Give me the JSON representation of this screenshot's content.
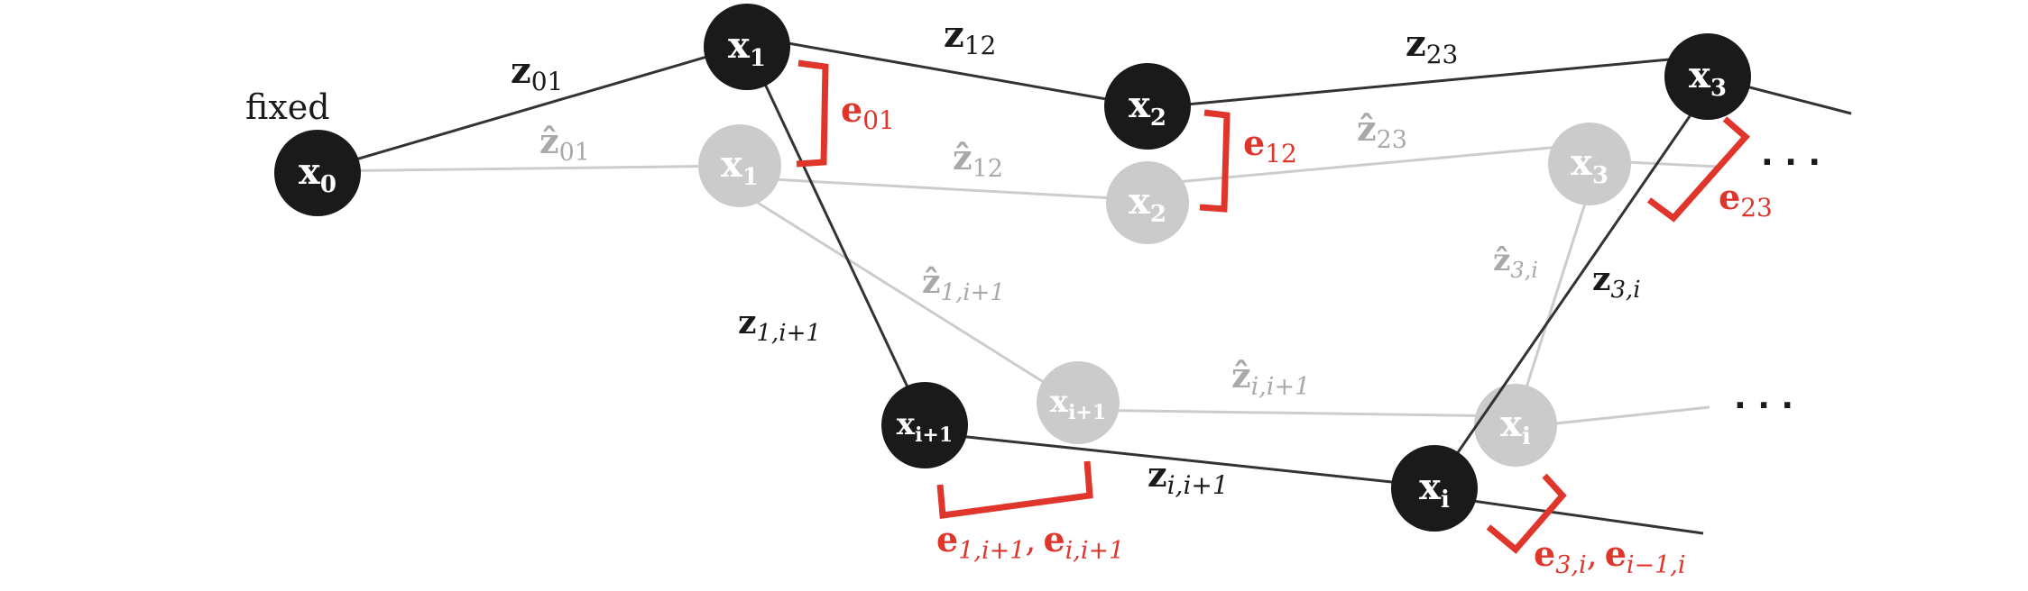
{
  "colors": {
    "estimated_node": "#1a1a1a",
    "true_node": "#cbcbcb",
    "estimated_edge": "#333333",
    "true_edge": "#cccccc",
    "error": "#e0352b",
    "label_dark": "#1a1a1a",
    "label_light": "#a9a9a9"
  },
  "fixed_label": "fixed",
  "nodes": {
    "x0": {
      "base": "x",
      "sub": "0"
    },
    "x1": {
      "base": "x",
      "sub": "1"
    },
    "x2": {
      "base": "x",
      "sub": "2"
    },
    "x3": {
      "base": "x",
      "sub": "3"
    },
    "xi1": {
      "base": "x",
      "sub": "i+1"
    },
    "xi": {
      "base": "x",
      "sub": "i"
    },
    "x1_hat": {
      "base": "x",
      "sub": "1"
    },
    "x2_hat": {
      "base": "x",
      "sub": "2"
    },
    "x3_hat": {
      "base": "x",
      "sub": "3"
    },
    "xi1_hat": {
      "base": "x",
      "sub": "i+1"
    },
    "xi_hat": {
      "base": "x",
      "sub": "i"
    }
  },
  "edge_labels": {
    "z01": {
      "base": "z",
      "sub": "01"
    },
    "z12": {
      "base": "z",
      "sub": "12"
    },
    "z23": {
      "base": "z",
      "sub": "23"
    },
    "z1i1": {
      "base": "z",
      "sub": "1,i+1"
    },
    "z3i": {
      "base": "z",
      "sub": "3,i"
    },
    "zii1": {
      "base": "z",
      "sub": "i,i+1"
    },
    "zh01": {
      "base": "ẑ",
      "sub": "01"
    },
    "zh12": {
      "base": "ẑ",
      "sub": "12"
    },
    "zh23": {
      "base": "ẑ",
      "sub": "23"
    },
    "zh1i1": {
      "base": "ẑ",
      "sub": "1,i+1"
    },
    "zh3i": {
      "base": "ẑ",
      "sub": "3,i"
    },
    "zhii1": {
      "base": "ẑ",
      "sub": "i,i+1"
    }
  },
  "error_labels": {
    "e01": {
      "base": "e",
      "sub": "01"
    },
    "e12": {
      "base": "e",
      "sub": "12"
    },
    "e23": {
      "base": "e",
      "sub": "23"
    },
    "e1i1_a": {
      "base": "e",
      "sub": "1,i+1"
    },
    "e1i1_sep": ",",
    "e1i1_b": {
      "base": "e",
      "sub": "i,i+1"
    },
    "e3i_a": {
      "base": "e",
      "sub": "3,i"
    },
    "e3i_sep": ",",
    "e3i_b": {
      "base": "e",
      "sub": "i−1,i"
    }
  },
  "ellipsis_top": "· · ·",
  "ellipsis_bottom": "· · ·"
}
